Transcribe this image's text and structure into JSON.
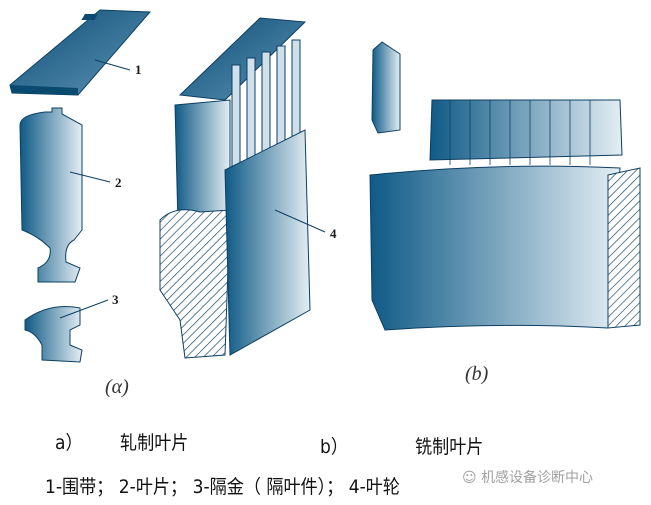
{
  "figure": {
    "subfigure_a_label": "(α)",
    "subfigure_b_label": "(b)",
    "part_labels": [
      "1",
      "2",
      "3",
      "4"
    ],
    "colors": {
      "steel_dark": "#0f5a86",
      "steel_light": "#e4eef4",
      "outline": "#0d3f63"
    }
  },
  "caption": {
    "line1_a_marker": "a）",
    "line1_a_text": "轧制叶片",
    "line1_b_marker": "b）",
    "line1_b_text": "铣制叶片",
    "line2": "1-围带；  2-叶片；  3-隔金（ 隔叶件）；  4-叶轮"
  },
  "watermark": {
    "icon": "wechat-icon",
    "text": "机感设备诊断中心"
  }
}
